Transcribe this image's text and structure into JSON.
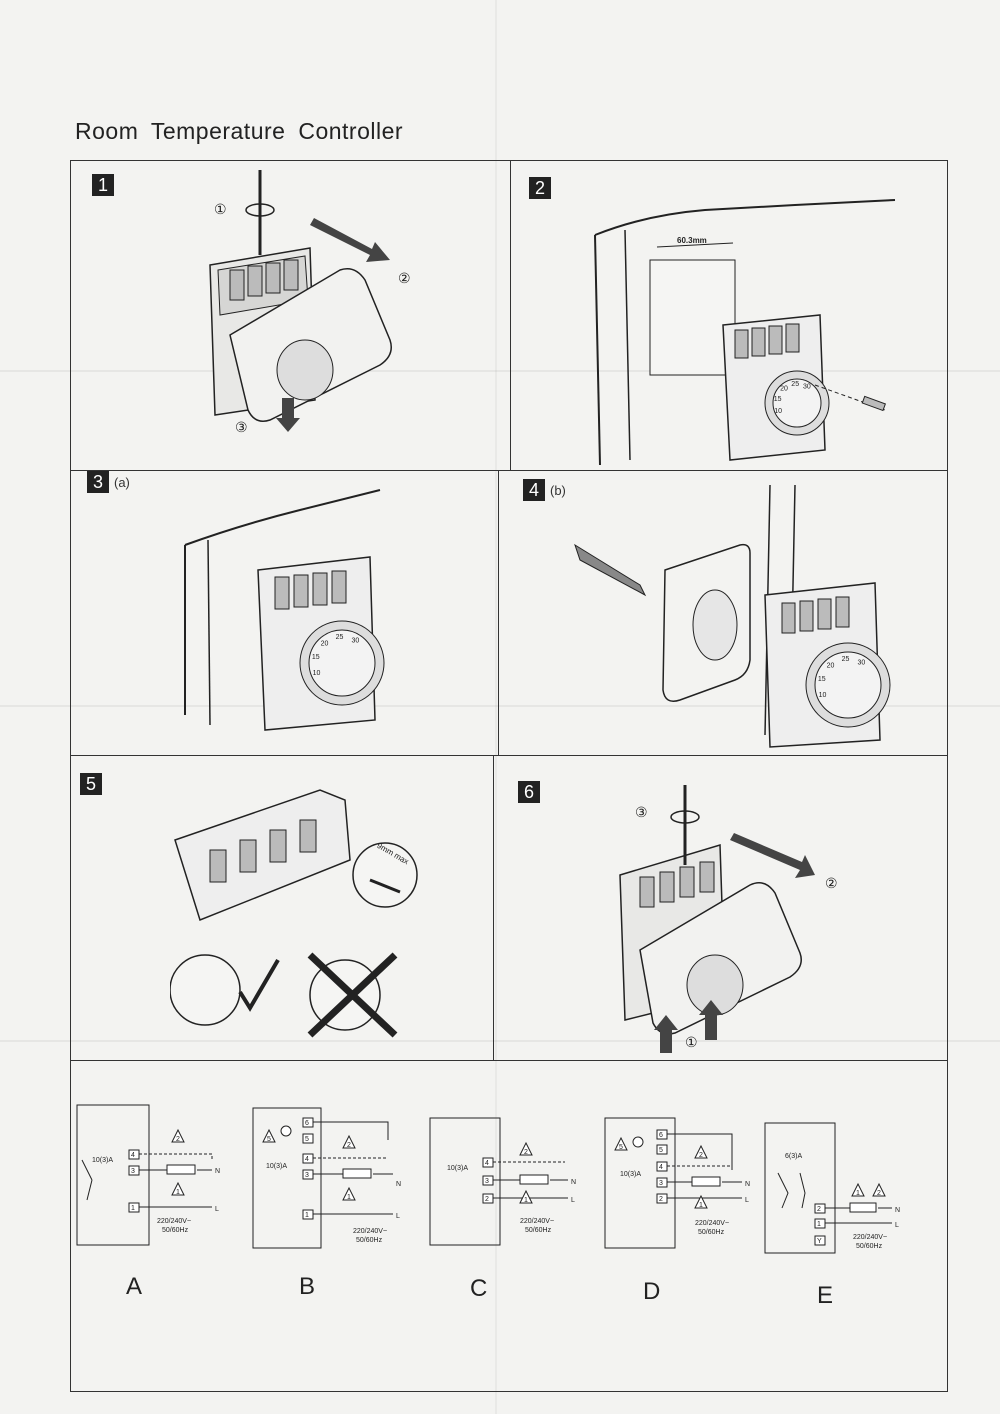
{
  "title": "Room  Temperature  Controller",
  "steps": [
    {
      "num": "1",
      "sub": "",
      "callouts": [
        "①",
        "②",
        "③"
      ]
    },
    {
      "num": "2",
      "sub": "",
      "measure": "60.3mm"
    },
    {
      "num": "3",
      "sub": "(a)"
    },
    {
      "num": "4",
      "sub": "(b)"
    },
    {
      "num": "5",
      "sub": "",
      "strip_label": "9mm max"
    },
    {
      "num": "6",
      "sub": "",
      "callouts": [
        "③",
        "②",
        "①"
      ]
    }
  ],
  "dial_marks": [
    "10",
    "15",
    "20",
    "25",
    "30"
  ],
  "wiring": {
    "rating_10": "10(3)A",
    "rating_6": "6(3)A",
    "voltage_line1": "220/240V~",
    "voltage_line2": "50/60Hz",
    "terminal_N": "N",
    "terminal_L": "L",
    "warn_1": "1",
    "warn_2": "2",
    "warn_5": "5",
    "t1": "1",
    "t2": "2",
    "t3": "3",
    "t4": "4",
    "t5": "5",
    "t6": "6",
    "earth": "Y"
  },
  "diagram_labels": [
    "A",
    "B",
    "C",
    "D",
    "E"
  ]
}
